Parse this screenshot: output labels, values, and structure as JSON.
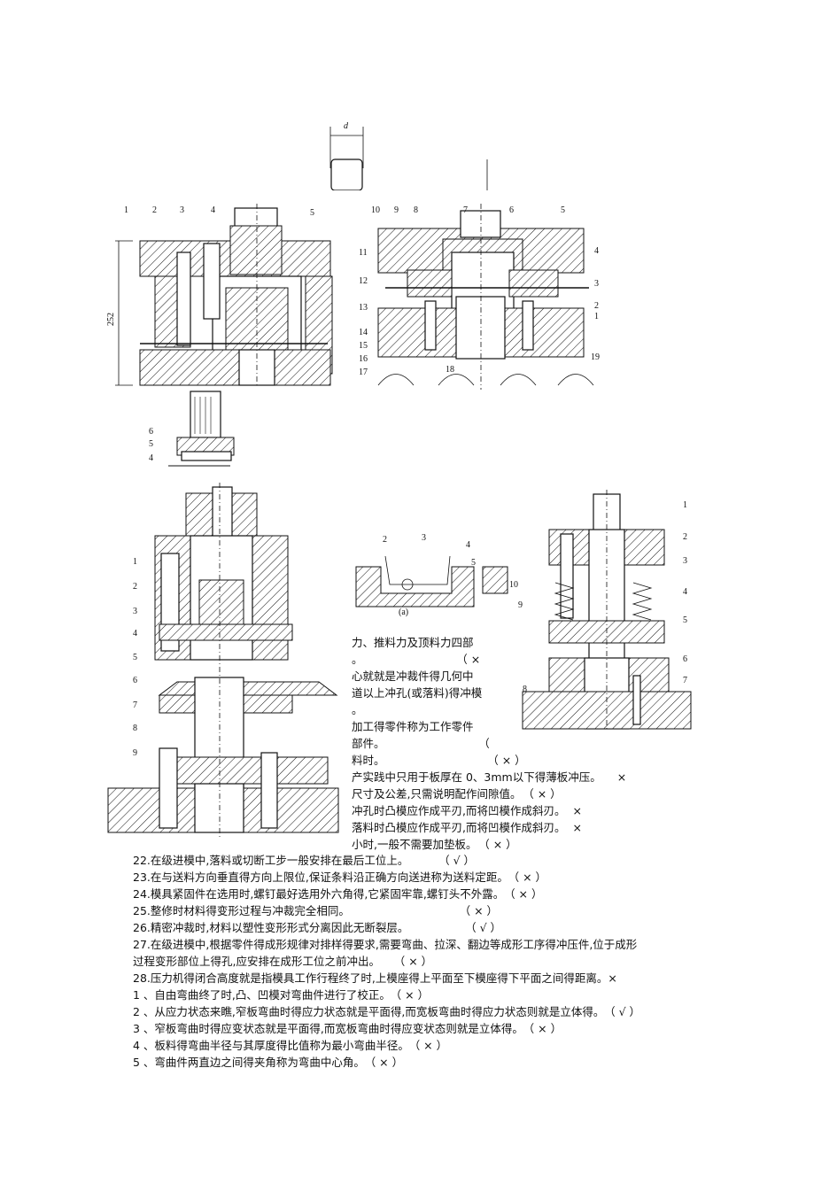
{
  "figure_top": {
    "dim_label": "d",
    "dim_height": "252",
    "left_callouts": [
      "1",
      "2",
      "3",
      "4",
      "5"
    ],
    "right_callouts_top": [
      "10",
      "9",
      "8",
      "7",
      "6",
      "5"
    ],
    "right_callouts_side_left": [
      "11",
      "12",
      "13",
      "14",
      "15",
      "16",
      "17"
    ],
    "right_callouts_side_right": [
      "4",
      "3",
      "2",
      "1",
      "19"
    ],
    "right_bottom_label": "18",
    "small_callouts": [
      "6",
      "5",
      "4"
    ]
  },
  "figure_mid": {
    "left_callouts": [
      "1",
      "2",
      "3",
      "4",
      "5",
      "6",
      "7",
      "8",
      "9"
    ],
    "small_a_callouts": [
      "2",
      "3",
      "4",
      "5"
    ],
    "small_a_caption": "(a)",
    "right_callouts_right": [
      "1",
      "2",
      "3",
      "4",
      "5",
      "6",
      "7"
    ],
    "right_callouts_left": [
      "10",
      "9",
      "8"
    ]
  },
  "partial_lines": [
    {
      "text": "力、推料力及顶料力四部",
      "ans": ""
    },
    {
      "text": "。",
      "ans": "（ ×"
    },
    {
      "text": "心就就是冲裁件得几何中",
      "ans": ""
    },
    {
      "text": "道以上冲孔(或落料)得冲模",
      "ans": ""
    },
    {
      "text": "。",
      "ans": ""
    },
    {
      "text": "加工得零件称为工作零件",
      "ans": ""
    },
    {
      "text": "部件。",
      "ans": "（"
    },
    {
      "text": "料时。",
      "ans": "（ × ）"
    },
    {
      "text": "产实践中只用于板厚在 0、3mm以下得薄板冲压。",
      "ans": "×"
    },
    {
      "text": "尺寸及公差,只需说明配作间隙值。",
      "ans": "（ × ）"
    },
    {
      "text": "冲孔时凸模应作成平刃,而将凹模作成斜刃。",
      "ans": "×"
    },
    {
      "text": "落料时凸模应作成平刃,而将凹模作成斜刃。",
      "ans": "×"
    },
    {
      "text": "小时,一般不需要加垫板。",
      "ans": "（ × ）"
    }
  ],
  "full_lines": [
    {
      "text": "22.在级进模中,落料或切断工步一般安排在最后工位上。",
      "ans": "（ √ ）"
    },
    {
      "text": "23.在与送料方向垂直得方向上限位,保证条料沿正确方向送进称为送料定距。",
      "ans": "（ × ）"
    },
    {
      "text": "24.模具紧固件在选用时,螺钉最好选用外六角得,它紧固牢靠,螺钉头不外露。",
      "ans": "（ × ）"
    },
    {
      "text": "25.整修时材料得变形过程与冲裁完全相同。",
      "ans": "（ × ）"
    },
    {
      "text": "26.精密冲裁时,材料以塑性变形形式分离因此无断裂层。",
      "ans": "（ √ ）"
    },
    {
      "text": "27.在级进模中,根据零件得成形规律对排样得要求,需要弯曲、拉深、翻边等成形工序得冲压件,位于成形",
      "ans": ""
    },
    {
      "text": "过程变形部位上得孔,应安排在成形工位之前冲出。",
      "ans": "（ × ）"
    },
    {
      "text": "28.压力机得闭合高度就是指模具工作行程终了时,上模座得上平面至下模座得下平面之间得距离。",
      "ans": "×"
    },
    {
      "text": "1 、自由弯曲终了时,凸、凹模对弯曲件进行了校正。",
      "ans": "（ × ）"
    },
    {
      "text": "2 、从应力状态来瞧,窄板弯曲时得应力状态就是平面得,而宽板弯曲时得应力状态则就是立体得。",
      "ans": "（ √ ）"
    },
    {
      "text": "3 、窄板弯曲时得应变状态就是平面得,而宽板弯曲时得应变状态则就是立体得。",
      "ans": "（ × ）"
    },
    {
      "text": "4 、板料得弯曲半径与其厚度得比值称为最小弯曲半径。",
      "ans": "（ × ）"
    },
    {
      "text": "5 、弯曲件两直边之间得夹角称为弯曲中心角。",
      "ans": "（ × ）"
    }
  ]
}
